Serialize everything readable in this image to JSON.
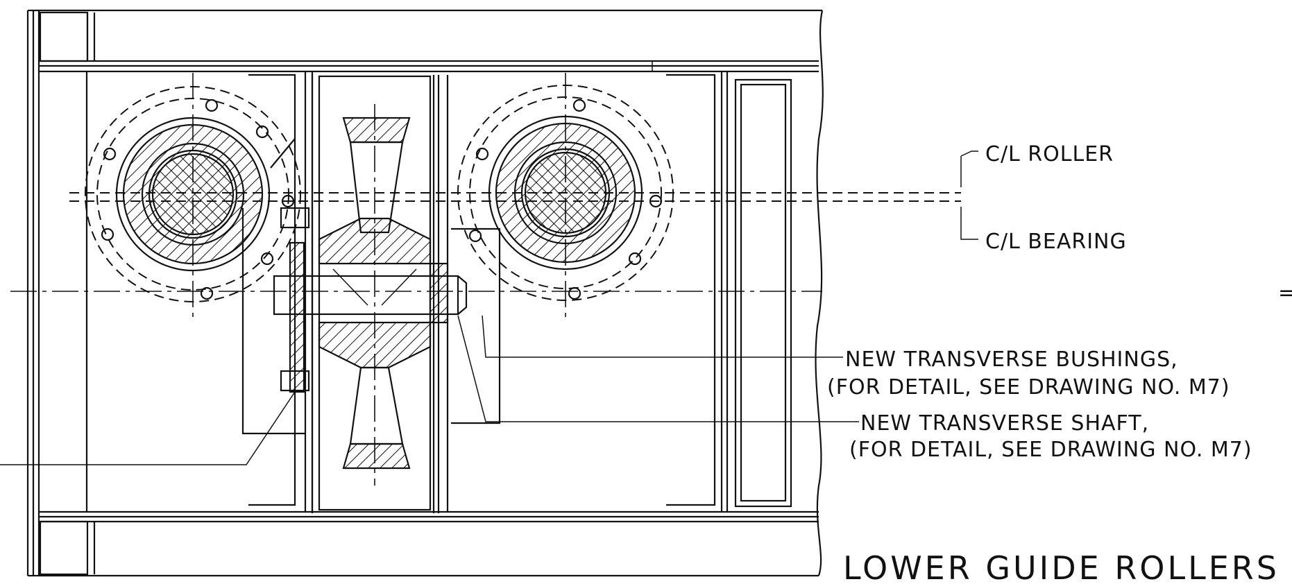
{
  "drawing": {
    "title": "LOWER GUIDE ROLLERS",
    "callouts": {
      "cl_roller": "C/L ROLLER",
      "cl_bearing": "C/L BEARING",
      "bushings_line1": "NEW TRANSVERSE BUSHINGS,",
      "bushings_line2": "(FOR DETAIL, SEE DRAWING NO. M7)",
      "shaft_line1": "NEW TRANSVERSE SHAFT,",
      "shaft_line2": "(FOR DETAIL, SEE DRAWING NO. M7)",
      "edge_mark": "="
    },
    "colors": {
      "ink": "#111111",
      "paper": "#ffffff"
    }
  }
}
